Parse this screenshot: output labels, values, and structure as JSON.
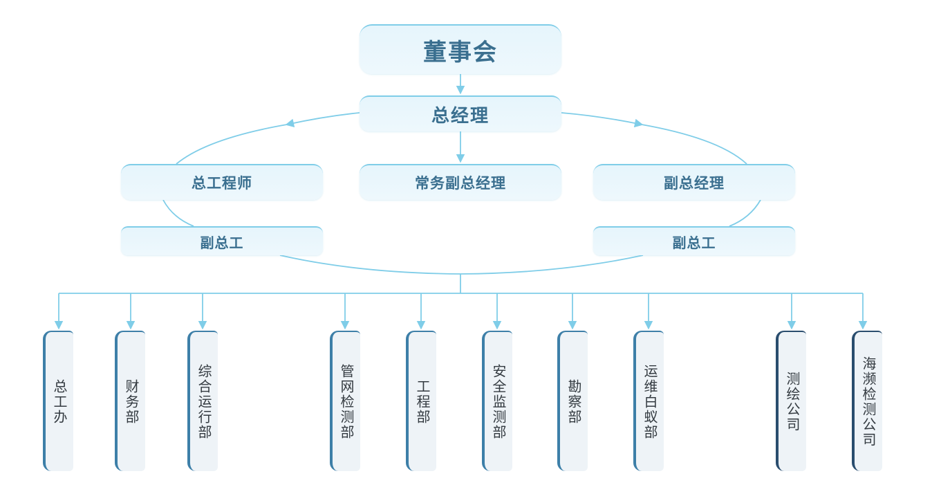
{
  "chart": {
    "board": "董事会",
    "general_manager": "总经理",
    "chief_engineer": "总工程师",
    "executive_vice_gm": "常务副总经理",
    "vice_gm": "副总经理",
    "deputy_chief_left": "副总工",
    "deputy_chief_right": "副总工"
  },
  "departments": [
    {
      "name": "总工办",
      "kind": "department"
    },
    {
      "name": "财务部",
      "kind": "department"
    },
    {
      "name": "综合运行部",
      "kind": "department"
    },
    {
      "name": "管网检测部",
      "kind": "department"
    },
    {
      "name": "工程部",
      "kind": "department"
    },
    {
      "name": "安全监测部",
      "kind": "department"
    },
    {
      "name": "勘察部",
      "kind": "department"
    },
    {
      "name": "运维白蚁部",
      "kind": "department"
    },
    {
      "name": "测绘公司",
      "kind": "company"
    },
    {
      "name": "海濒检测公司",
      "kind": "company"
    }
  ],
  "colors": {
    "connector": "#7fcde8",
    "node_text": "#3a6f8f",
    "node_fill": "#e6f5fc",
    "dept_accent": "#3d7fa8",
    "company_accent": "#2a4d6e",
    "dept_text": "#333a40"
  }
}
